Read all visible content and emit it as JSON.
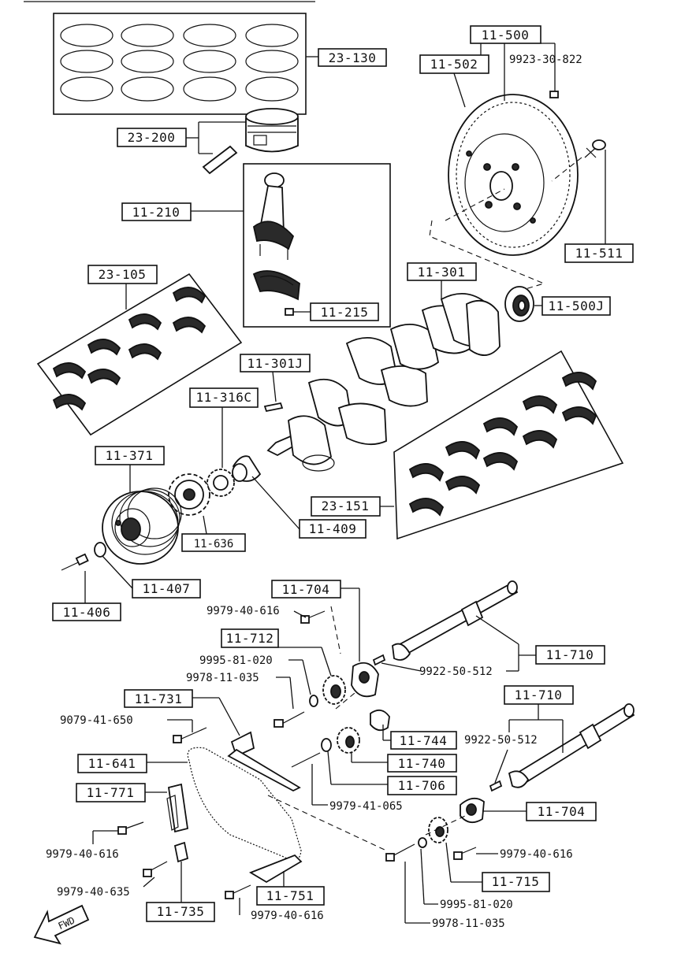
{
  "labels": {
    "pistonRings": "23-130",
    "piston": "23-200",
    "conrod": "11-210",
    "conrodNut": "11-215",
    "mainBearings": "23-105",
    "crankshaft": "11-301",
    "crankKey": "11-301J",
    "crankSprocket": "11-316C",
    "pulley": "11-371",
    "sprocket": "11-636",
    "crankSeal": "11-409",
    "thrustBearings": "23-151",
    "pulleyWasher": "11-407",
    "pulleyBolt": "11-406",
    "flywheelAssy": "11-500",
    "ringGear": "11-502",
    "flywheelDowel": "9923-30-822",
    "flywheelBolt": "11-511",
    "pilotBearing": "11-500J",
    "camPlateTop": "11-704",
    "camBoltTop": "9979-40-616",
    "camSprocketTop": "11-712",
    "washerTop": "9995-81-020",
    "boltTop": "9978-11-035",
    "guide": "11-731",
    "guideBolt": "9079-41-650",
    "chain": "11-641",
    "tensioner": "11-771",
    "tensionerBolt": "9979-40-616",
    "tensionerBolt2": "9979-40-635",
    "spacer": "11-735",
    "lowerGuide": "11-751",
    "lowerGuideBolt": "9979-40-616",
    "camshaftTop": "11-710",
    "pinTop": "9922-50-512",
    "camshaftBottom": "11-710",
    "pinBottom": "9922-50-512",
    "camPlateBottom": "11-704",
    "camBoltBottom": "9979-40-616",
    "camSprocketBottom": "11-715",
    "washerBottom": "9995-81-020",
    "boltBottom": "9978-11-035",
    "idler": "11-744",
    "idlerSprocket": "11-740",
    "idlerWasher": "11-706",
    "idlerBolt": "9979-41-065",
    "fwd": "FWD"
  }
}
